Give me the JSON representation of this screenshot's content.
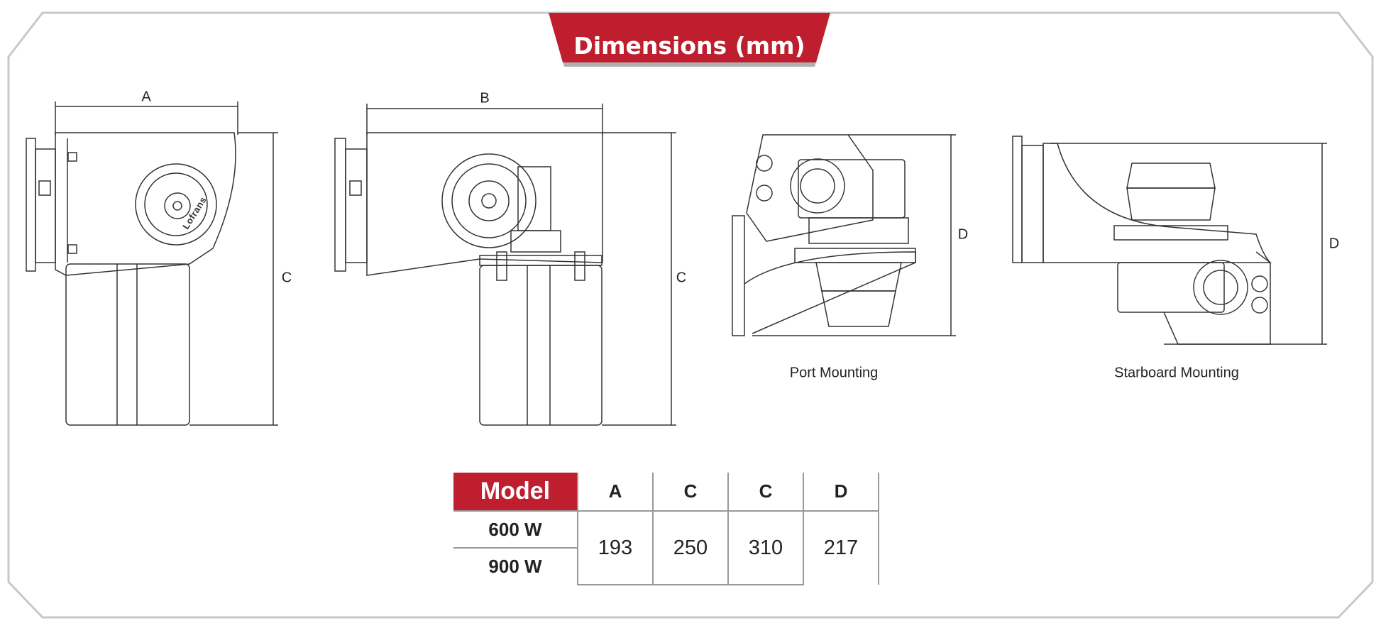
{
  "title": "Dimensions (mm)",
  "drawing_labels": {
    "a": "A",
    "b": "B",
    "c1": "C",
    "c2": "C",
    "d1": "D",
    "d2": "D"
  },
  "captions": {
    "port": "Port Mounting",
    "starboard": "Starboard Mounting"
  },
  "brand_on_drawing": "Lofrans",
  "table": {
    "header": [
      "Model",
      "A",
      "C",
      "C",
      "D"
    ],
    "models": [
      "600 W",
      "900 W"
    ],
    "values": [
      "193",
      "250",
      "310",
      "217"
    ]
  },
  "colors": {
    "accent": "#be1e2d",
    "frame": "#c8c8c8"
  }
}
